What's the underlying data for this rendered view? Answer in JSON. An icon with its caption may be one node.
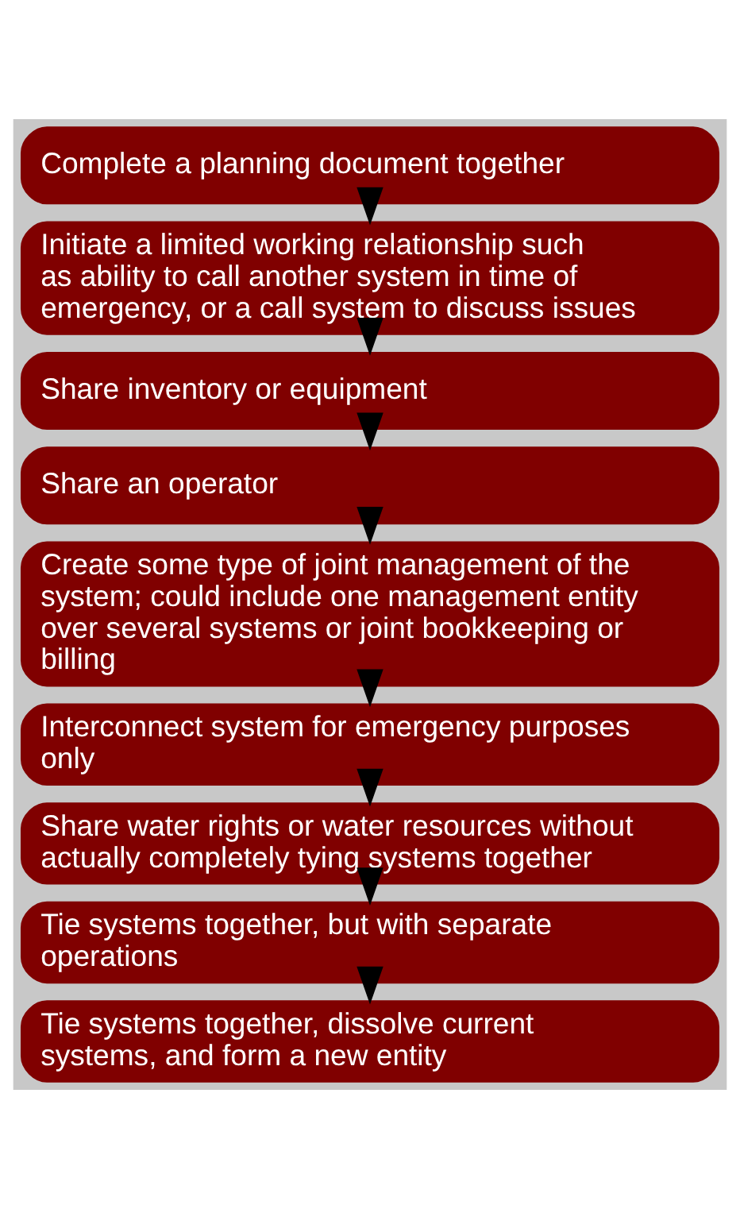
{
  "diagram": {
    "nodes": [
      {
        "text": [
          "Complete a planning document together"
        ]
      },
      {
        "text": [
          "Initiate a limited working relationship such as ability to call another system in time of emergency, or a call system to discuss issues"
        ]
      },
      {
        "text": [
          "Share inventory or equipment"
        ]
      },
      {
        "text": [
          "Share an operator"
        ]
      },
      {
        "text": [
          "Create some type of joint management of the system; could include one management entity over several systems or joint bookkeeping or billing"
        ]
      },
      {
        "text": [
          "Interconnect system for emergency purposes only"
        ]
      },
      {
        "text": [
          "Share water rights or water resources without actually completely tying systems together"
        ]
      },
      {
        "text": [
          "Tie systems together, but with separate operations"
        ]
      },
      {
        "text": [
          "Tie systems together, dissolve current systems, and form a new entity"
        ]
      }
    ],
    "edges": [
      {
        "from": 0,
        "to": 1,
        "arrow": "to"
      },
      {
        "from": 1,
        "to": 2,
        "arrow": "to"
      },
      {
        "from": 2,
        "to": 3,
        "arrow": "to"
      },
      {
        "from": 3,
        "to": 4,
        "arrow": "to"
      },
      {
        "from": 4,
        "to": 5,
        "arrow": "to"
      },
      {
        "from": 5,
        "to": 6,
        "arrow": "to"
      },
      {
        "from": 6,
        "to": 7,
        "arrow": "to"
      },
      {
        "from": 7,
        "to": 8,
        "arrow": "to"
      }
    ]
  }
}
